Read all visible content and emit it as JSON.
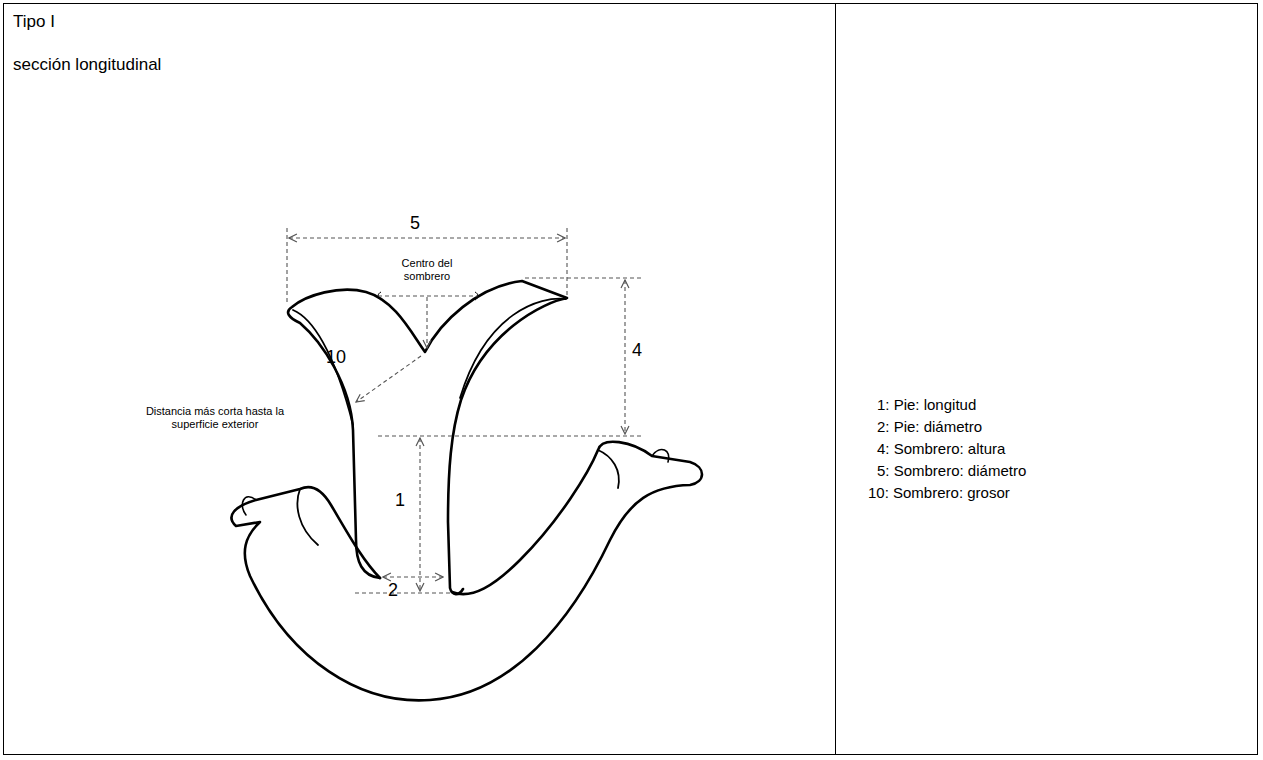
{
  "diagram": {
    "labels": [
      "Tipo I",
      "sección longitudinal",
      "5",
      "Centro del sombrero",
      "10",
      "Distancia más corta hasta la superficie exterior",
      "4",
      "1",
      "2",
      "1: Pie: longitud",
      "2: Pie: diámetro",
      "4: Sombrero: altura",
      "5: Sombrero: diámetro",
      "10: Sombrero: grosor"
    ]
  }
}
